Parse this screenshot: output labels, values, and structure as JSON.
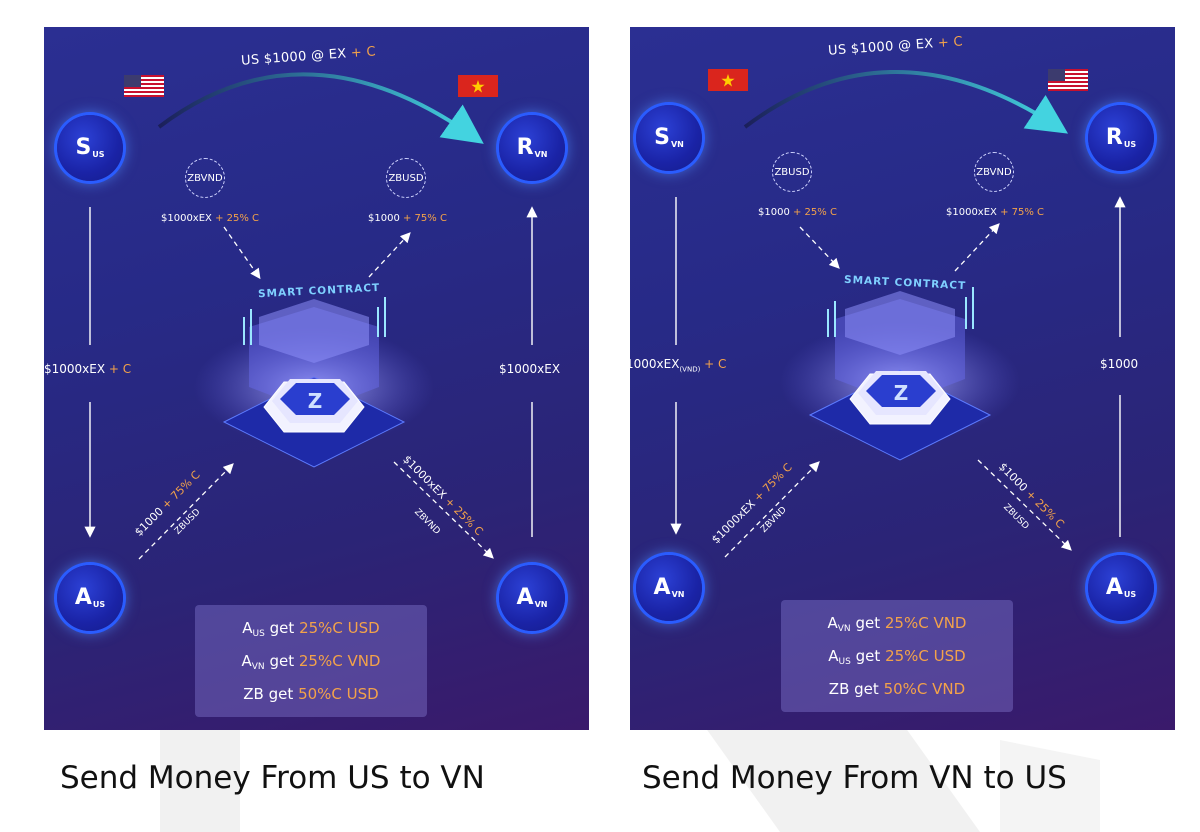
{
  "panels": [
    {
      "caption": "Send Money From US to VN",
      "top_transfer": {
        "prefix": "US $1000 @ EX",
        "plus": "+ C"
      },
      "sender": {
        "letter": "S",
        "sub": "US"
      },
      "receiver": {
        "letter": "R",
        "sub": "VN"
      },
      "agent_left": {
        "letter": "A",
        "sub": "US"
      },
      "agent_right": {
        "letter": "A",
        "sub": "VN"
      },
      "zb_left": "ZBVND",
      "zb_right": "ZBUSD",
      "offer_left": {
        "amount": "$1000xEX",
        "fee": "+ 25% C"
      },
      "offer_right": {
        "amount": "$1000",
        "fee": "+ 75% C"
      },
      "smart_contract": "SMART CONTRACT",
      "left_flow": {
        "amount": "$1000xEX",
        "fee": "+ C"
      },
      "right_flow": {
        "amount": "$1000xEX",
        "fee": ""
      },
      "diag_left": {
        "amount": "$1000",
        "fee": "+ 75% C",
        "token": "ZBUSD"
      },
      "diag_right": {
        "amount": "$1000xEX",
        "fee": "+ 25% C",
        "token": "ZBVND"
      },
      "summary": [
        {
          "who": "A",
          "sub": "US",
          "text": "get",
          "value": "25%C USD"
        },
        {
          "who": "A",
          "sub": "VN",
          "text": "get",
          "value": "25%C VND"
        },
        {
          "who": "ZB",
          "sub": "",
          "text": "get",
          "value": "50%C USD"
        }
      ]
    },
    {
      "caption": "Send Money From VN to US",
      "top_transfer": {
        "prefix": "US $1000 @ EX",
        "plus": "+ C"
      },
      "sender": {
        "letter": "S",
        "sub": "VN"
      },
      "receiver": {
        "letter": "R",
        "sub": "US"
      },
      "agent_left": {
        "letter": "A",
        "sub": "VN"
      },
      "agent_right": {
        "letter": "A",
        "sub": "US"
      },
      "zb_left": "ZBUSD",
      "zb_right": "ZBVND",
      "offer_left": {
        "amount": "$1000",
        "fee": "+ 25% C"
      },
      "offer_right": {
        "amount": "$1000xEX",
        "fee": "+ 75% C"
      },
      "smart_contract": "SMART CONTRACT",
      "left_flow": {
        "amount": "1000xEX",
        "sub": "(VND)",
        "fee": "+ C"
      },
      "right_flow": {
        "amount": "$1000",
        "fee": ""
      },
      "diag_left": {
        "amount": "$1000xEX",
        "fee": "+ 75% C",
        "token": "ZBVND"
      },
      "diag_right": {
        "amount": "$1000",
        "fee": "+ 25% C",
        "token": "ZBUSD"
      },
      "summary": [
        {
          "who": "A",
          "sub": "VN",
          "text": "get",
          "value": "25%C VND"
        },
        {
          "who": "A",
          "sub": "US",
          "text": "get",
          "value": "25%C USD"
        },
        {
          "who": "ZB",
          "sub": "",
          "text": "get",
          "value": "50%C VND"
        }
      ]
    }
  ],
  "colors": {
    "panel": "#2a2c8c",
    "accent": "#f3a24a",
    "node_ring": "#2a5cff",
    "arc": "#3ed0d9"
  }
}
